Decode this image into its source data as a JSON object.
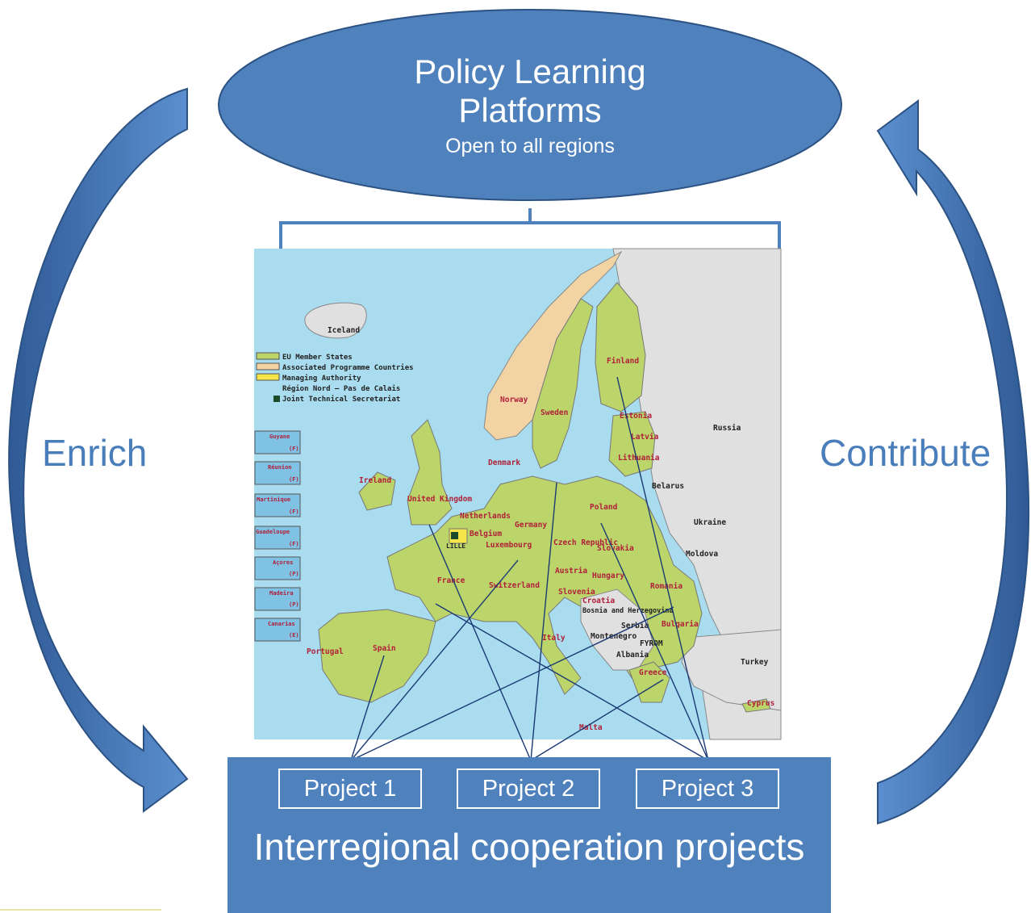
{
  "top": {
    "title": "Policy Learning Platforms",
    "subtitle": "Open to all regions"
  },
  "labels": {
    "left": "Enrich",
    "right": "Contribute"
  },
  "bottom": {
    "title": "Interregional cooperation projects",
    "projects": [
      "Project 1",
      "Project 2",
      "Project 3"
    ]
  },
  "legend": {
    "items": [
      "EU Member States",
      "Associated Programme Countries",
      "Managing Authority",
      "Région Nord – Pas de Calais",
      "Joint Technical Secretariat"
    ]
  },
  "overseas": [
    {
      "name": "Guyane",
      "code": "(F)"
    },
    {
      "name": "Réunion",
      "code": "(F)"
    },
    {
      "name": "Martinique",
      "code": "(F)"
    },
    {
      "name": "Guadeloupe",
      "code": "(F)"
    },
    {
      "name": "Açores",
      "code": "(P)"
    },
    {
      "name": "Madeira",
      "code": "(P)"
    },
    {
      "name": "Canarias",
      "code": "(E)"
    }
  ],
  "map_labels": {
    "iceland": "Iceland",
    "norway": "Norway",
    "sweden": "Sweden",
    "finland": "Finland",
    "estonia": "Estonia",
    "latvia": "Latvia",
    "lithuania": "Lithuania",
    "russia": "Russia",
    "belarus": "Belarus",
    "ukraine": "Ukraine",
    "moldova": "Moldova",
    "denmark": "Denmark",
    "ireland": "Ireland",
    "uk": "United Kingdom",
    "netherlands": "Netherlands",
    "germany": "Germany",
    "belgium": "Belgium",
    "lille": "LILLE",
    "luxembourg": "Luxembourg",
    "poland": "Poland",
    "czech": "Czech Republic",
    "slovakia": "Slovakia",
    "austria": "Austria",
    "hungary": "Hungary",
    "france": "France",
    "switzerland": "Switzerland",
    "slovenia": "Slovenia",
    "croatia": "Croatia",
    "bosnia": "Bosnia and Herzegovina",
    "serbia": "Serbia",
    "romania": "Romania",
    "bulgaria": "Bulgaria",
    "montenegro": "Montenegro",
    "fyrom": "FYROM",
    "albania": "Albania",
    "italy": "Italy",
    "portugal": "Portugal",
    "spain": "Spain",
    "greece": "Greece",
    "turkey": "Turkey",
    "cyprus": "Cyprus",
    "malta": "Malta"
  },
  "colors": {
    "box": "#4f81bd",
    "arrow": "#3f6eb0",
    "sea": "#a9dcef",
    "eu": "#bcd56a",
    "associated": "#f2d3a4",
    "managing": "#f5e44a",
    "nonmember": "#e0e0e0",
    "label_red": "#b0203a"
  }
}
